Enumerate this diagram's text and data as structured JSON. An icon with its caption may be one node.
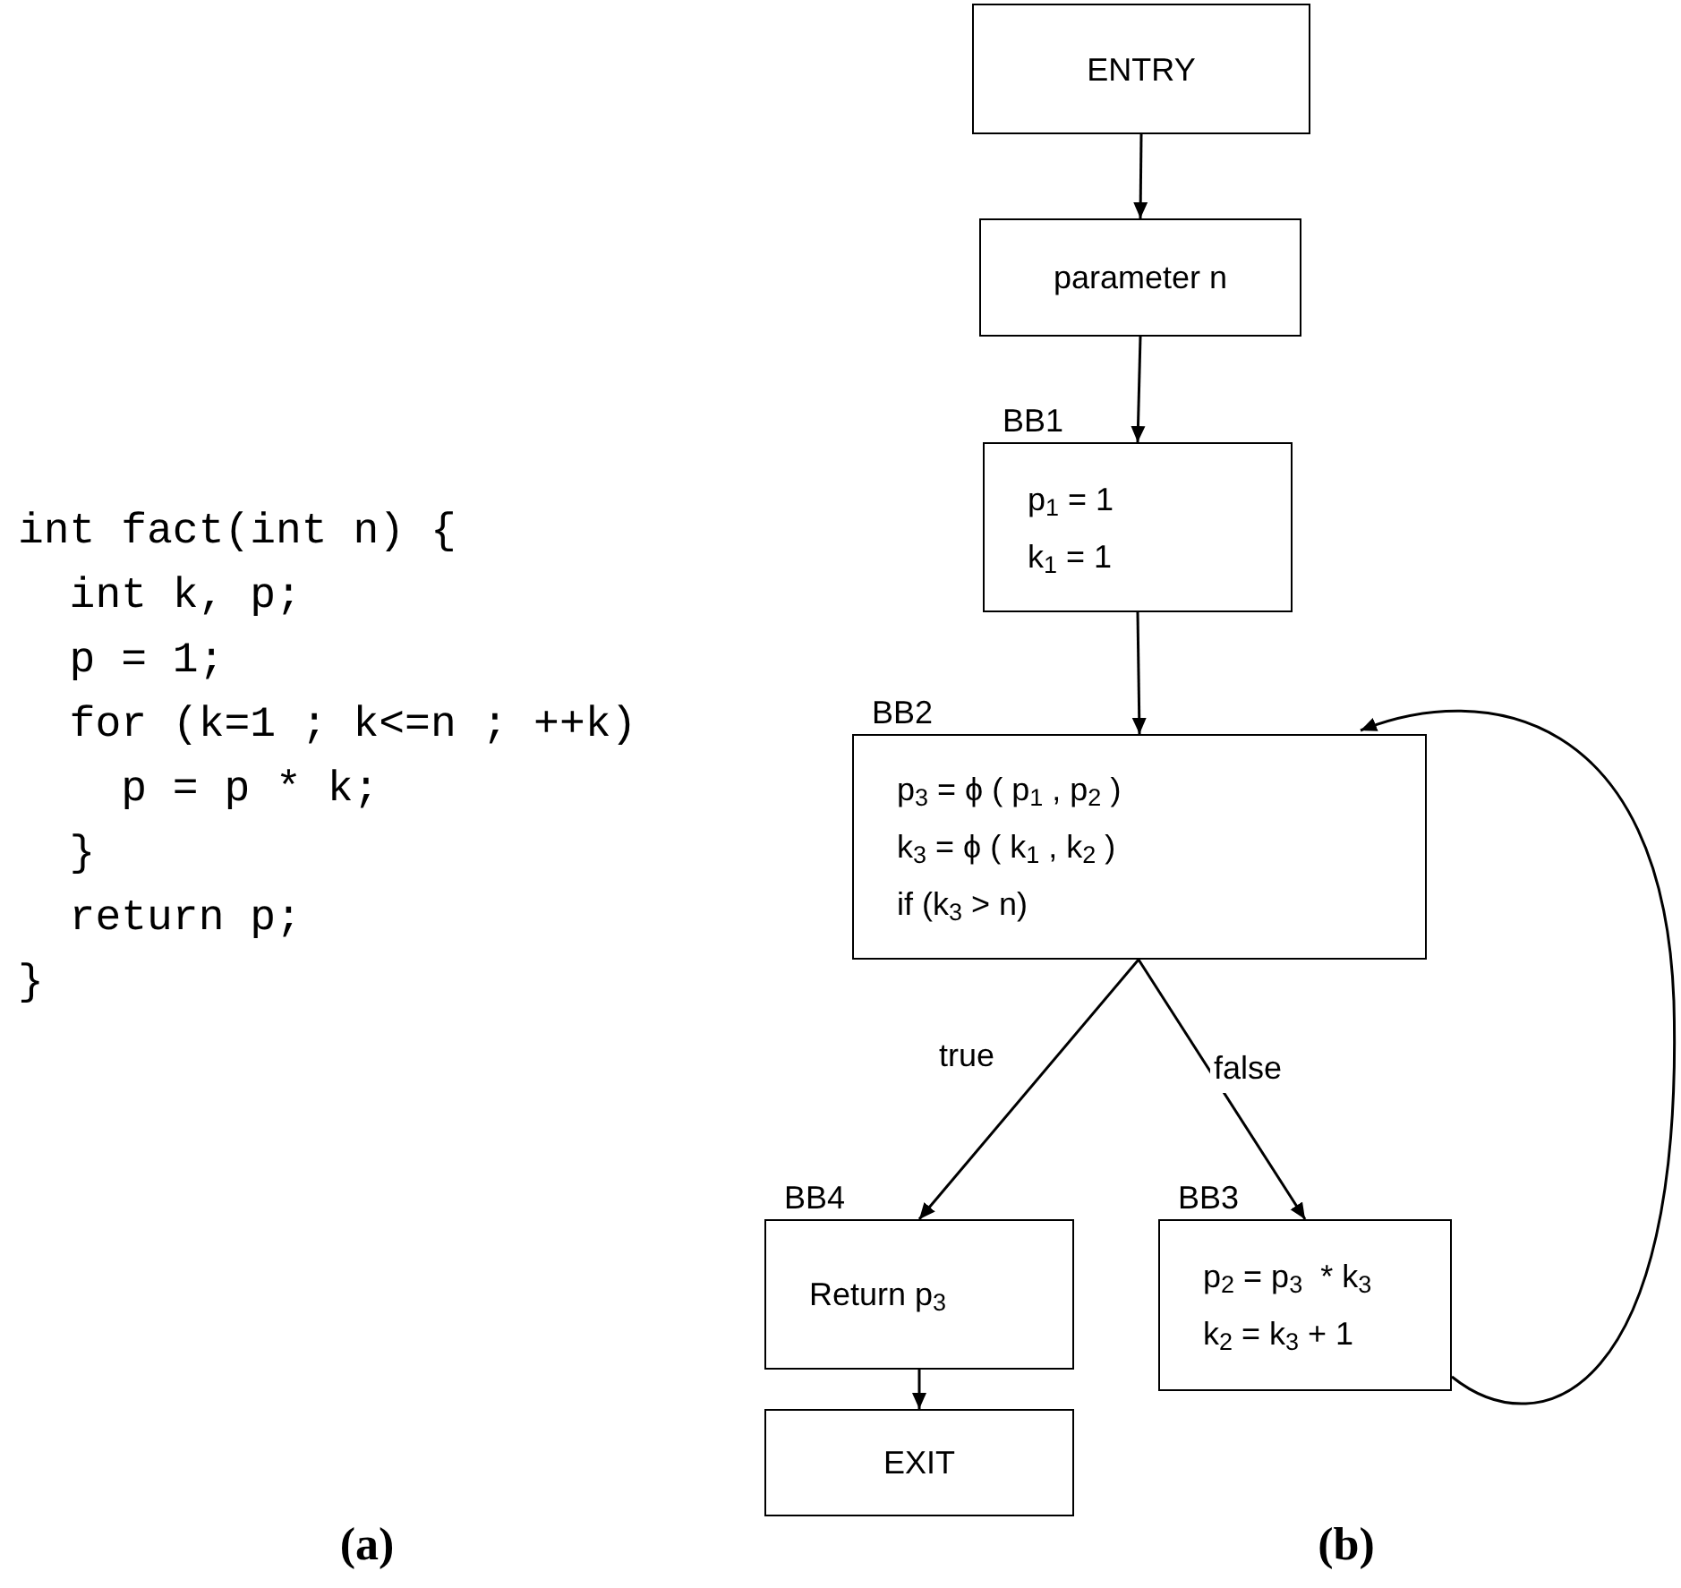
{
  "diagram": {
    "nodes": [
      {
        "text": [
          "ENTRY"
        ]
      },
      {
        "text": [
          "parameter n"
        ]
      },
      {
        "text": [
          "p$_{1}$ = 1",
          "k$_{1}$ = 1"
        ],
        "beside": [
          "BB1"
        ]
      },
      {
        "text": [
          "p$_{3}$ = ϕ ( p$_{1}$ , p$_{2}$ )",
          "k$_{3}$ = ϕ ( k$_{1}$ , k$_{2}$ )",
          "if (k$_{3}$ > n)"
        ],
        "beside": [
          "BB2"
        ]
      },
      {
        "text": [
          "Return p$_{3}$"
        ],
        "beside": [
          "BB4"
        ]
      },
      {
        "text": [
          "p$_{2}$ = p$_{3}$  * k$_{3}$",
          "k$_{2}$ = k$_{3}$ + 1"
        ],
        "beside": [
          "BB3"
        ]
      },
      {
        "text": [
          "EXIT"
        ]
      }
    ],
    "edges": [
      {
        "from": 0,
        "to": 1,
        "arrow": "to"
      },
      {
        "from": 1,
        "to": 2,
        "arrow": "to"
      },
      {
        "from": 2,
        "to": 3,
        "arrow": "to"
      },
      {
        "from": 3,
        "to": 4,
        "arrow": "to",
        "label": "true"
      },
      {
        "from": 3,
        "to": 5,
        "arrow": "to",
        "label": "false"
      },
      {
        "from": 4,
        "to": 6,
        "arrow": "to"
      },
      {
        "from": 5,
        "to": 3,
        "arrow": "to"
      }
    ],
    "labels": [
      "int fact(int n) {",
      "  int k, p;",
      "  p = 1;",
      "  for (k=1 ; k<=n ; ++k)",
      "    p = p * k;",
      "  }",
      "  return p;",
      "}",
      "(a)",
      "(b)"
    ]
  }
}
